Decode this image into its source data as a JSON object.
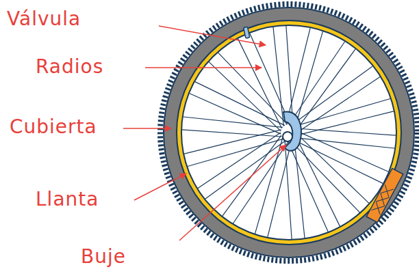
{
  "diagram": {
    "labels": [
      "Válvula",
      "Radios",
      "Cubierta",
      "Llanta",
      "Buje"
    ]
  }
}
